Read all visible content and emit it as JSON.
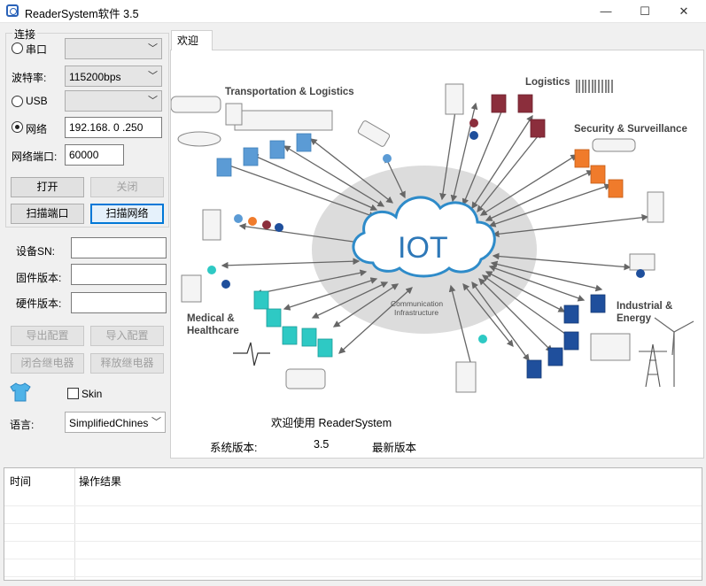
{
  "window": {
    "title": "ReaderSystem软件 3.5",
    "minimize_glyph": "—",
    "maximize_glyph": "☐",
    "close_glyph": "✕"
  },
  "connection": {
    "group_title": "连接",
    "serial_label": "串口",
    "serial_port_value": "",
    "baud_label": "波特率:",
    "baud_value": "115200bps",
    "usb_label": "USB",
    "usb_value": "",
    "network_label": "网络",
    "ip_value": "192.168. 0 .250",
    "port_label": "网络端口:",
    "port_value": "60000",
    "selected_mode": "network",
    "open_button": "打开",
    "close_button": "关闭",
    "scan_port_button": "扫描端口",
    "scan_network_button": "扫描网络"
  },
  "device": {
    "sn_label": "设备SN:",
    "sn_value": "",
    "firmware_label": "固件版本:",
    "firmware_value": "",
    "hardware_label": "硬件版本:",
    "hardware_value": "",
    "export_config_button": "导出配置",
    "import_config_button": "导入配置",
    "close_relay_button": "闭合继电器",
    "release_relay_button": "释放继电器"
  },
  "skin": {
    "icon": "tshirt-icon",
    "label": "Skin",
    "checked": false
  },
  "language": {
    "label": "语言:",
    "value": "SimplifiedChinese"
  },
  "tabs": [
    {
      "label": "欢迎",
      "active": true
    }
  ],
  "welcome": {
    "greeting": "欢迎使用 ReaderSystem",
    "version_label": "系统版本:",
    "version_value": "3.5",
    "latest_label": "最新版本"
  },
  "iot_diagram": {
    "center_label": "IOT",
    "sub_label_line1": "Communication",
    "sub_label_line2": "Infrastructure",
    "transport_label": "Transportation & Logistics",
    "logistics_label": "Logistics",
    "security_label": "Security & Surveillance",
    "medical_label_line1": "Medical &",
    "medical_label_line2": "Healthcare",
    "industrial_label_line1": "Industrial &",
    "industrial_label_line2": "Energy",
    "colors": {
      "blue_cubes": "#5b9bd5",
      "maroon_cubes": "#8b2e3c",
      "orange_cubes": "#f07b2b",
      "teal_cubes": "#2ec9c4",
      "navy_cubes": "#1f4f9c",
      "cloud_stroke": "#2e8bc9",
      "halo": "#dcdcdc",
      "arrow": "#666666"
    }
  },
  "log": {
    "columns": [
      "时间",
      "操作结果"
    ],
    "rows": []
  }
}
